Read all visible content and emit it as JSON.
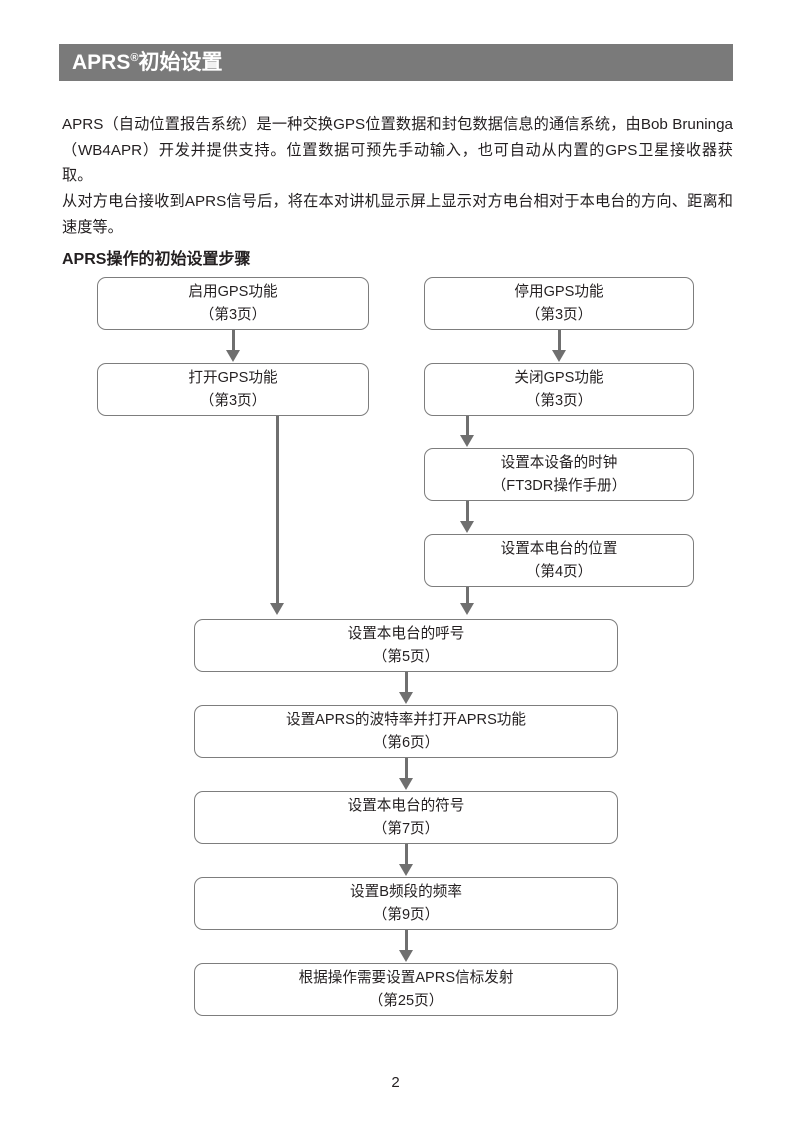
{
  "section": {
    "title_main": "APRS",
    "title_sup": "®",
    "title_rest": "初始设置",
    "band_color": "#7a7a7a"
  },
  "paragraphs": [
    "APRS（自动位置报告系统）是一种交换GPS位置数据和封包数据信息的通信系统，由Bob Bruninga（WB4APR）开发并提供支持。位置数据可预先手动输入，也可自动从内置的GPS卫星接收器获取。",
    "从对方电台接收到APRS信号后，将在本对讲机显示屏上显示对方电台相对于本电台的方向、距离和速度等。"
  ],
  "sub_heading": "APRS操作的初始设置步骤",
  "flowchart": {
    "box_border_color": "#7d7d7d",
    "arrow_color": "#6f6f6f",
    "boxes": [
      {
        "id": "enable-gps",
        "line1": "启用GPS功能",
        "line2": "（第3页）"
      },
      {
        "id": "disable-gps",
        "line1": "停用GPS功能",
        "line2": "（第3页）"
      },
      {
        "id": "turn-on-gps",
        "line1": "打开GPS功能",
        "line2": "（第3页）"
      },
      {
        "id": "turn-off-gps",
        "line1": "关闭GPS功能",
        "line2": "（第3页）"
      },
      {
        "id": "set-clock",
        "line1": "设置本设备的时钟",
        "line2": "（FT3DR操作手册）"
      },
      {
        "id": "set-position",
        "line1": "设置本电台的位置",
        "line2": "（第4页）"
      },
      {
        "id": "set-callsign",
        "line1": "设置本电台的呼号",
        "line2": "（第5页）"
      },
      {
        "id": "set-baud-aprs",
        "line1": "设置APRS的波特率并打开APRS功能",
        "line2": "（第6页）"
      },
      {
        "id": "set-symbol",
        "line1": "设置本电台的符号",
        "line2": "（第7页）"
      },
      {
        "id": "set-b-band-freq",
        "line1": "设置B频段的频率",
        "line2": "（第9页）"
      },
      {
        "id": "set-beacon",
        "line1": "根据操作需要设置APRS信标发射",
        "line2": "（第25页）"
      }
    ]
  },
  "footer": {
    "page_number": "2"
  }
}
